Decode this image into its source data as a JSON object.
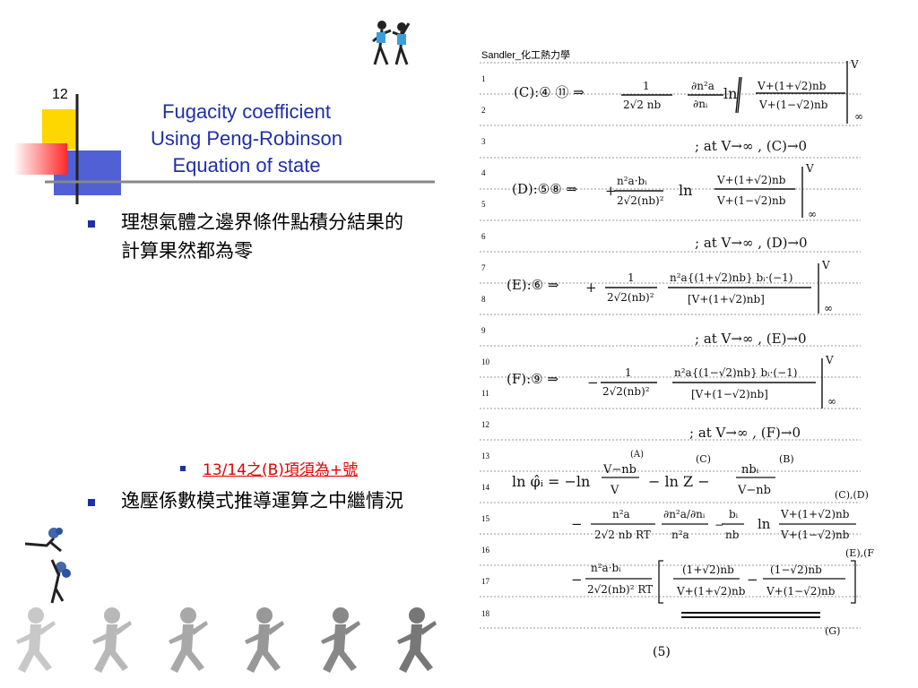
{
  "slide": {
    "number": "12",
    "title_lines": [
      "Fugacity coefficient",
      "Using Peng-Robinson",
      "Equation of state"
    ]
  },
  "bullets": {
    "b1": "理想氣體之邊界條件點積分結果的計算果然都為零",
    "b2": "13/14之(B)項須為+號",
    "b3": "逸壓係數模式推導運算之中繼情況"
  },
  "notes": {
    "header": "Sandler_化工熱力學",
    "line_numbers": [
      "1",
      "2",
      "3",
      "4",
      "5",
      "6",
      "7",
      "8",
      "9",
      "10",
      "11",
      "12",
      "13",
      "14",
      "15",
      "16",
      "17",
      "18"
    ],
    "page_footer": "(5)",
    "eq_labels": {
      "c_label": "(C):④ ⑪ ⇒",
      "c_limit": "; at V→∞ , (C)→0",
      "d_label": "(D):⑤⑧ ⇒",
      "d_limit": "; at V→∞ , (D)→0",
      "e_label": "(E):⑥ ⇒",
      "e_limit": "; at V→∞ , (E)→0",
      "f_label": "(F):⑨ ⇒",
      "f_limit": "; at V→∞ , (F)→0",
      "tag_a": "(A)",
      "tag_b": "(B)",
      "tag_c": "(C)",
      "tag_cd": "(C),(D)",
      "tag_ef": "(E),(F)",
      "tag_g": "(G)"
    }
  },
  "colors": {
    "title": "#1f2fa8",
    "bullet_marker": "#1f2fa8",
    "highlight_text": "#e00000",
    "deco_yellow": "#ffd700",
    "deco_blue": "#3344cc",
    "deco_red": "#ff3333"
  },
  "icons": [
    "hikers-icon",
    "climbers-icon",
    "running-figures-icon"
  ]
}
